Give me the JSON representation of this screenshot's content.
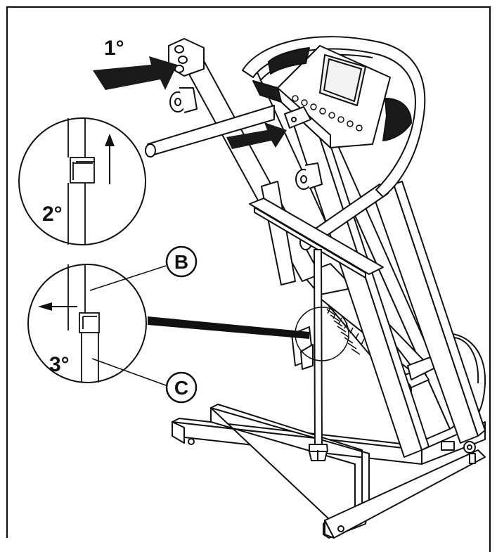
{
  "steps": {
    "step1": "1°",
    "step2": "2°",
    "step3": "3°"
  },
  "parts": {
    "part_b": "B",
    "part_c": "C"
  },
  "colors": {
    "line": "#111111",
    "background": "#ffffff",
    "arrow_fill": "#1a1a1a",
    "screen_fill": "#f2f2f2"
  }
}
